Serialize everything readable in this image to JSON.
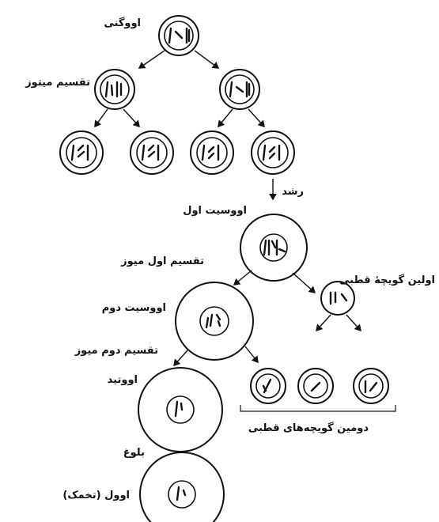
{
  "labels": {
    "oogonium": "اووگنی",
    "mitosis": "تقسیم میتوز",
    "growth": "رشد",
    "primary_oocyte": "اووسیت اول",
    "meiosis_one": "تقسیم اول میوز",
    "first_polar_body": "اولین گویچهٔ قطبی",
    "secondary_oocyte": "اووسیت دوم",
    "meiosis_two": "تقسیم دوم میوز",
    "ootid": "اووتید",
    "maturation": "بلوغ",
    "ovum": "اوول (تخمک)",
    "second_polar_bodies": "دومین گویچه‌های قطبی"
  }
}
